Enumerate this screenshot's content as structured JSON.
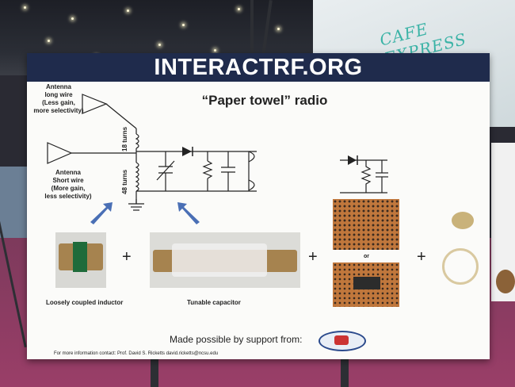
{
  "scene": {
    "sign_text": "CAFE EXPRESS"
  },
  "board": {
    "banner": "INTERACTRF.ORG",
    "title": "“Paper towel” radio",
    "antenna_long": [
      "Antenna",
      "long wire",
      "(Less gain,",
      "more selectivity)"
    ],
    "antenna_short": [
      "Antenna",
      "Short wire",
      "(More gain,",
      "less selectivity)"
    ],
    "turns_18": "18 turns",
    "turns_48": "48 turns",
    "caption_inductor": "Loosely coupled inductor",
    "caption_capacitor": "Tunable capacitor",
    "or_label": "or",
    "support": "Made possible by support from:",
    "contact": "For more information contact: Prof. David S. Ricketts  david.ricketts@ncsu.edu",
    "plus": "+"
  },
  "colors": {
    "banner": "#1f2b4c",
    "arrow": "#4a6fb5",
    "floor": "#9a3e68"
  }
}
